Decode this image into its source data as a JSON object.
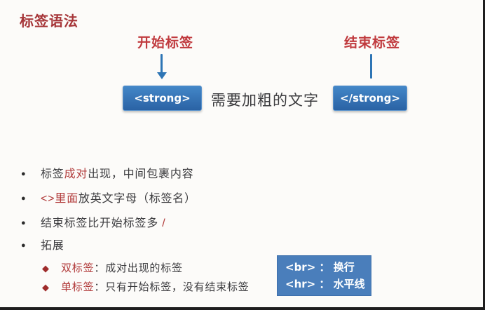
{
  "page": {
    "title": "标签语法"
  },
  "diagram": {
    "open_tag_label": "开始标签",
    "close_tag_label": "结束标签",
    "open_tag_code": "<strong>",
    "close_tag_code": "</strong>",
    "middle_text": "需要加粗的文字"
  },
  "bullets": [
    {
      "segments": [
        {
          "text": "标签",
          "color": "dark"
        },
        {
          "text": "成对",
          "color": "red"
        },
        {
          "text": "出现，中间包裹内容",
          "color": "dark"
        }
      ]
    },
    {
      "segments": [
        {
          "text": "<>里面",
          "color": "red"
        },
        {
          "text": "放英文字母（标签名）",
          "color": "dark"
        }
      ]
    },
    {
      "segments": [
        {
          "text": "结束标签比开始标签多 ",
          "color": "dark"
        },
        {
          "text": "/",
          "color": "red"
        }
      ]
    },
    {
      "segments": [
        {
          "text": "拓展",
          "color": "dark"
        }
      ]
    }
  ],
  "sub_bullets": [
    {
      "segments": [
        {
          "text": "双标签",
          "color": "red"
        },
        {
          "text": "：成对出现的标签",
          "color": "dark"
        }
      ]
    },
    {
      "segments": [
        {
          "text": "单标签",
          "color": "red"
        },
        {
          "text": "：只有开始标签，没有结束标签",
          "color": "dark"
        }
      ]
    }
  ],
  "info_box": {
    "lines": [
      "<br> ： 换行",
      "<hr> ： 水平线"
    ]
  },
  "icons": {
    "bullet": "●",
    "diamond": "◆"
  },
  "colors": {
    "title_red": "#A63639",
    "label_red": "#C03A3E",
    "inline_red": "#B13A3A",
    "diamond_red": "#9E2B2B",
    "box_blue_top": "#4387C8",
    "box_blue_bottom": "#2A62A4",
    "info_box_blue": "#4A7EBB",
    "arrow_blue": "#2E75B5",
    "text_dark": "#3B3B3E",
    "background": "#FCFBF9"
  }
}
